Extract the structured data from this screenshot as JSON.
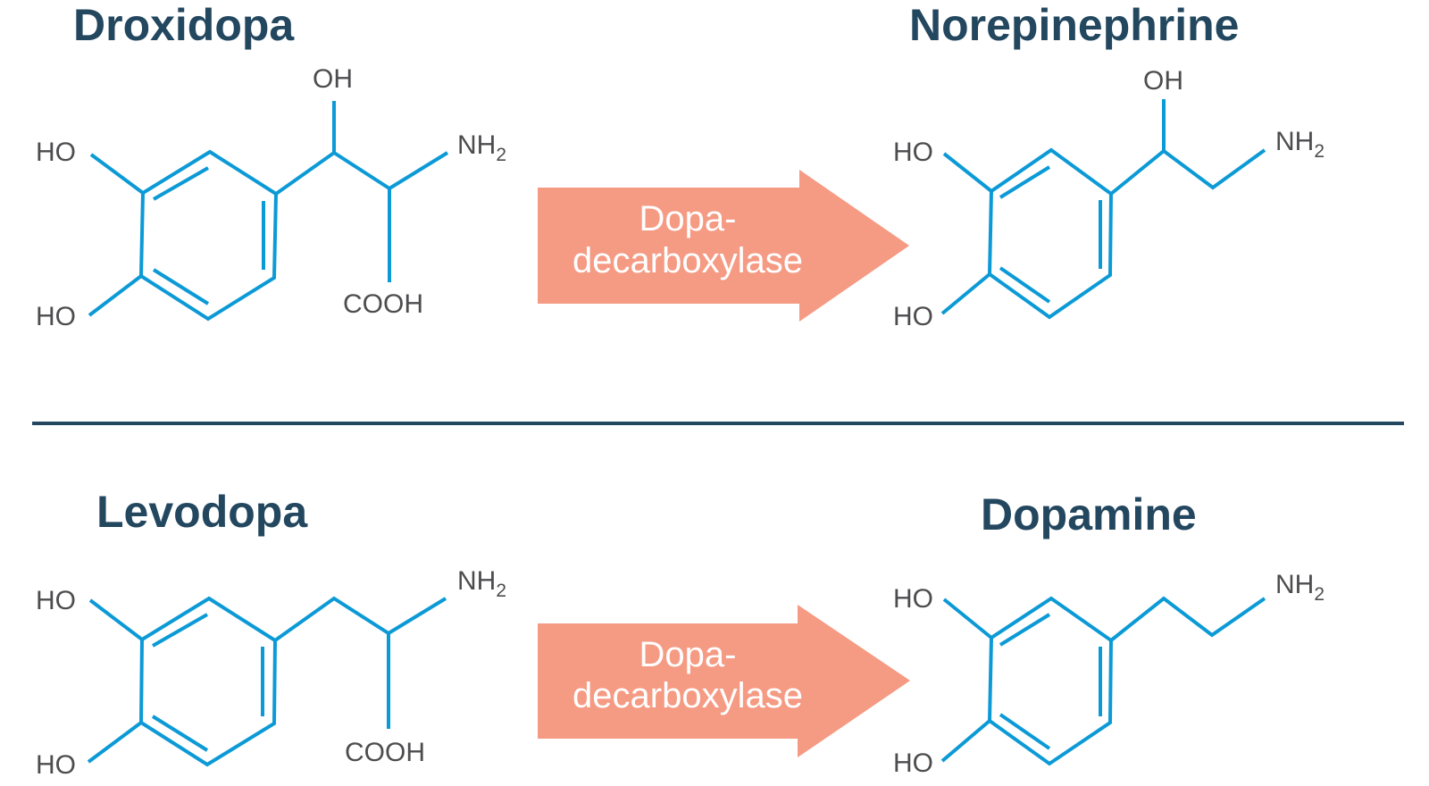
{
  "diagram": {
    "colors": {
      "title": "#23475f",
      "bond": "#0c9ad6",
      "atom_label": "#4d4d4f",
      "arrow": "#f59a83",
      "arrow_text": "#ffffff",
      "divider": "#23475f"
    },
    "reactions": [
      {
        "substrate": {
          "name": "Droxidopa",
          "labels": {
            "ho_top": "HO",
            "ho_bottom": "HO",
            "oh": "OH",
            "nh": "NH",
            "nh_sub": "2",
            "cooh": "COOH"
          }
        },
        "enzyme": {
          "line1": "Dopa-",
          "line2": "decarboxylase"
        },
        "product": {
          "name": "Norepinephrine",
          "labels": {
            "ho_top": "HO",
            "ho_bottom": "HO",
            "oh": "OH",
            "nh": "NH",
            "nh_sub": "2"
          }
        }
      },
      {
        "substrate": {
          "name": "Levodopa",
          "labels": {
            "ho_top": "HO",
            "ho_bottom": "HO",
            "nh": "NH",
            "nh_sub": "2",
            "cooh": "COOH"
          }
        },
        "enzyme": {
          "line1": "Dopa-",
          "line2": "decarboxylase"
        },
        "product": {
          "name": "Dopamine",
          "labels": {
            "ho_top": "HO",
            "ho_bottom": "HO",
            "nh": "NH",
            "nh_sub": "2"
          }
        }
      }
    ]
  }
}
